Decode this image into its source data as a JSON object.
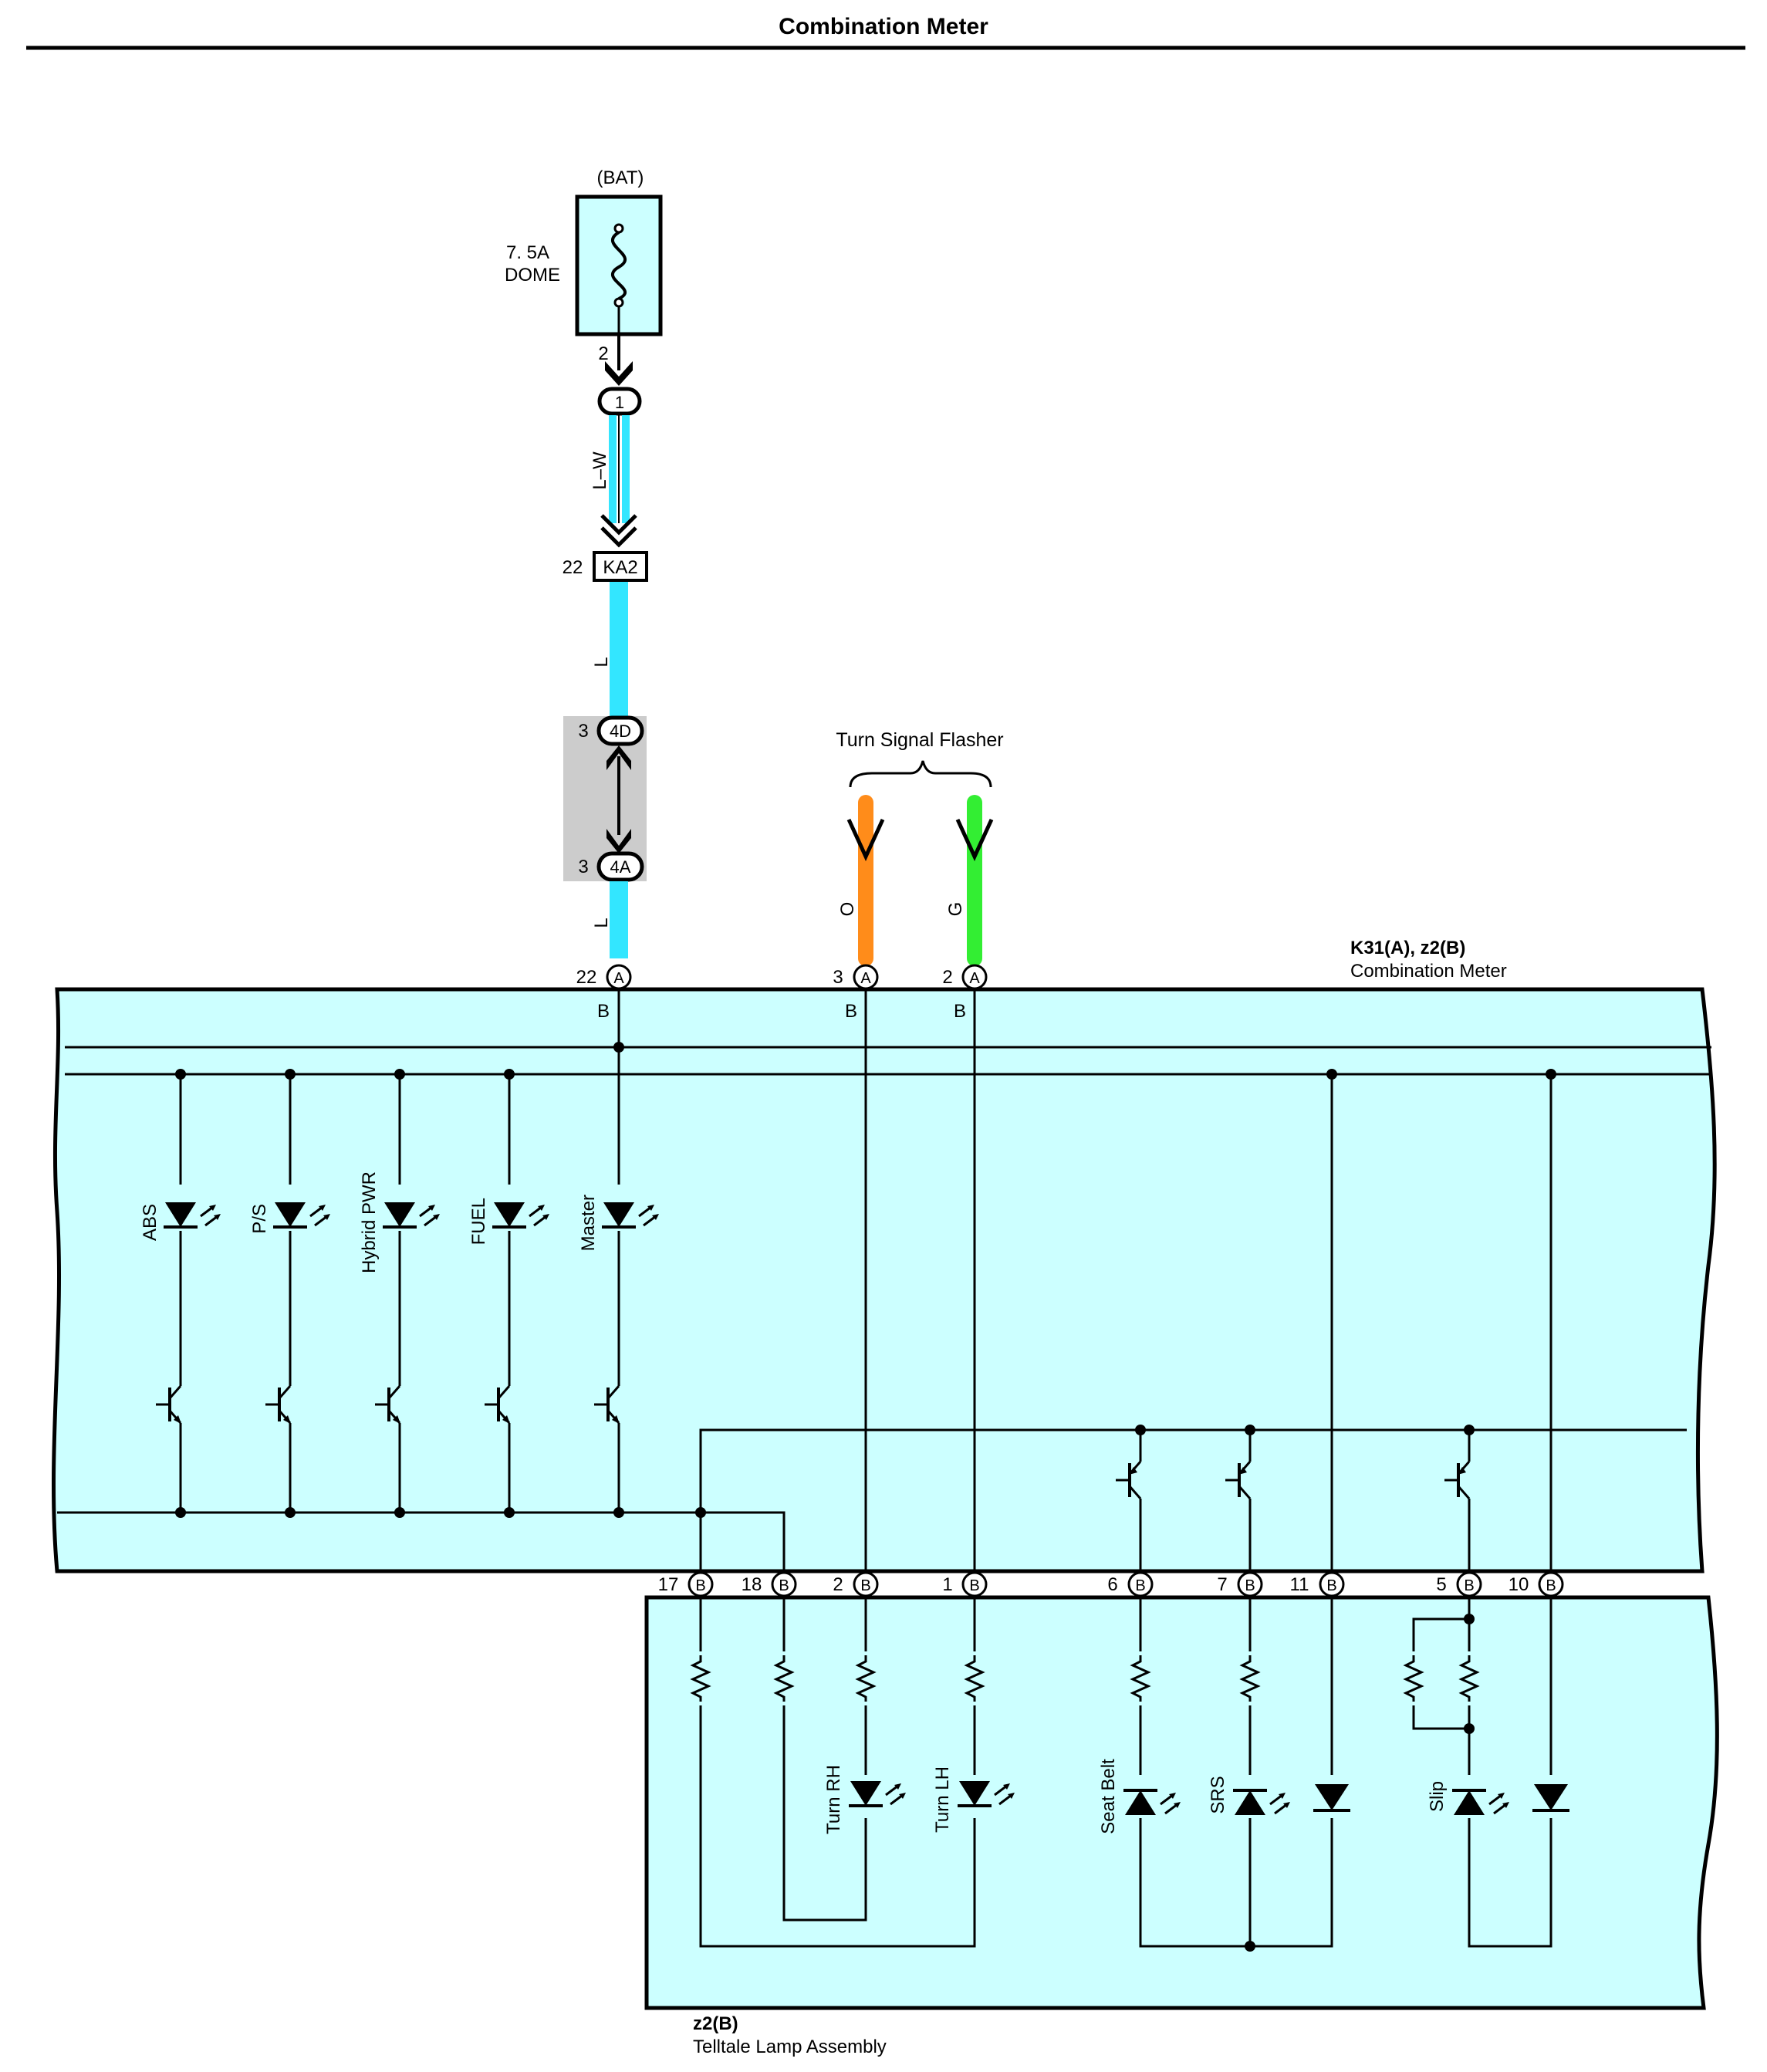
{
  "title": "Combination Meter",
  "colors": {
    "panel": "#ccffff",
    "wire_lw": "#33e6ff",
    "wire_l": "#33e6ff",
    "wire_o": "#ff8c1a",
    "wire_g": "#33ee33",
    "shade": "#cccccc"
  },
  "fuse": {
    "source": "(BAT)",
    "rating": "7. 5A",
    "name": "DOME",
    "pin": "2"
  },
  "connectors": {
    "junction_1": "1",
    "ka2_label": "KA2",
    "ka2_pin": "22",
    "c4d_label": "4D",
    "c4d_pin": "3",
    "c4a_label": "4A",
    "c4a_pin": "3"
  },
  "wires": {
    "lw": "L–W",
    "l1": "L",
    "l2": "L",
    "o": "O",
    "g": "G",
    "b": "B"
  },
  "flasher_label": "Turn Signal Flasher",
  "meter": {
    "id": "K31(A), z2(B)",
    "name": "Combination Meter",
    "top_pins": [
      {
        "num": "22",
        "letter": "A"
      },
      {
        "num": "3",
        "letter": "A"
      },
      {
        "num": "2",
        "letter": "A"
      }
    ],
    "leds": [
      "ABS",
      "P/S",
      "Hybrid PWR",
      "FUEL",
      "Master"
    ]
  },
  "bottom_pins": [
    {
      "num": "17",
      "letter": "B"
    },
    {
      "num": "18",
      "letter": "B"
    },
    {
      "num": "2",
      "letter": "B"
    },
    {
      "num": "1",
      "letter": "B"
    },
    {
      "num": "6",
      "letter": "B"
    },
    {
      "num": "7",
      "letter": "B"
    },
    {
      "num": "11",
      "letter": "B"
    },
    {
      "num": "5",
      "letter": "B"
    },
    {
      "num": "10",
      "letter": "B"
    }
  ],
  "lamp_assembly": {
    "id": "z2(B)",
    "name": "Telltale Lamp Assembly",
    "leds": [
      "Turn RH",
      "Turn LH",
      "Seat Belt",
      "SRS",
      "Slip"
    ]
  }
}
